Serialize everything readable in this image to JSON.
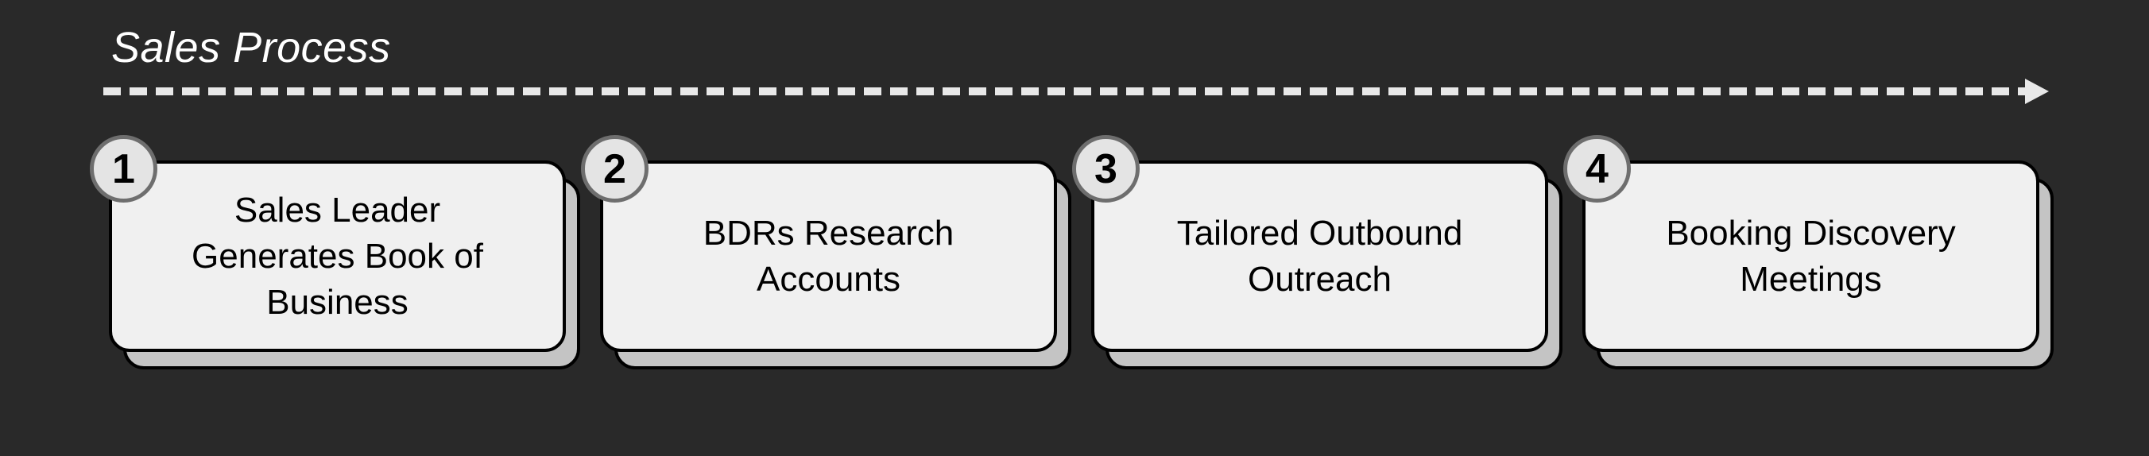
{
  "title": "Sales Process",
  "steps": [
    {
      "number": "1",
      "label": "Sales Leader\nGenerates Book of\nBusiness"
    },
    {
      "number": "2",
      "label": "BDRs Research\nAccounts"
    },
    {
      "number": "3",
      "label": "Tailored Outbound\nOutreach"
    },
    {
      "number": "4",
      "label": "Booking Discovery\nMeetings"
    }
  ],
  "colors": {
    "background": "#292929",
    "card_fill": "#f0f0f0",
    "card_border": "#000000",
    "card_shadow": "#c4c4c4",
    "badge_fill": "#e4e4e4",
    "badge_border": "#6e6e6e",
    "arrow": "#e8e8e8",
    "title_text": "#ffffff",
    "card_text": "#000000"
  }
}
